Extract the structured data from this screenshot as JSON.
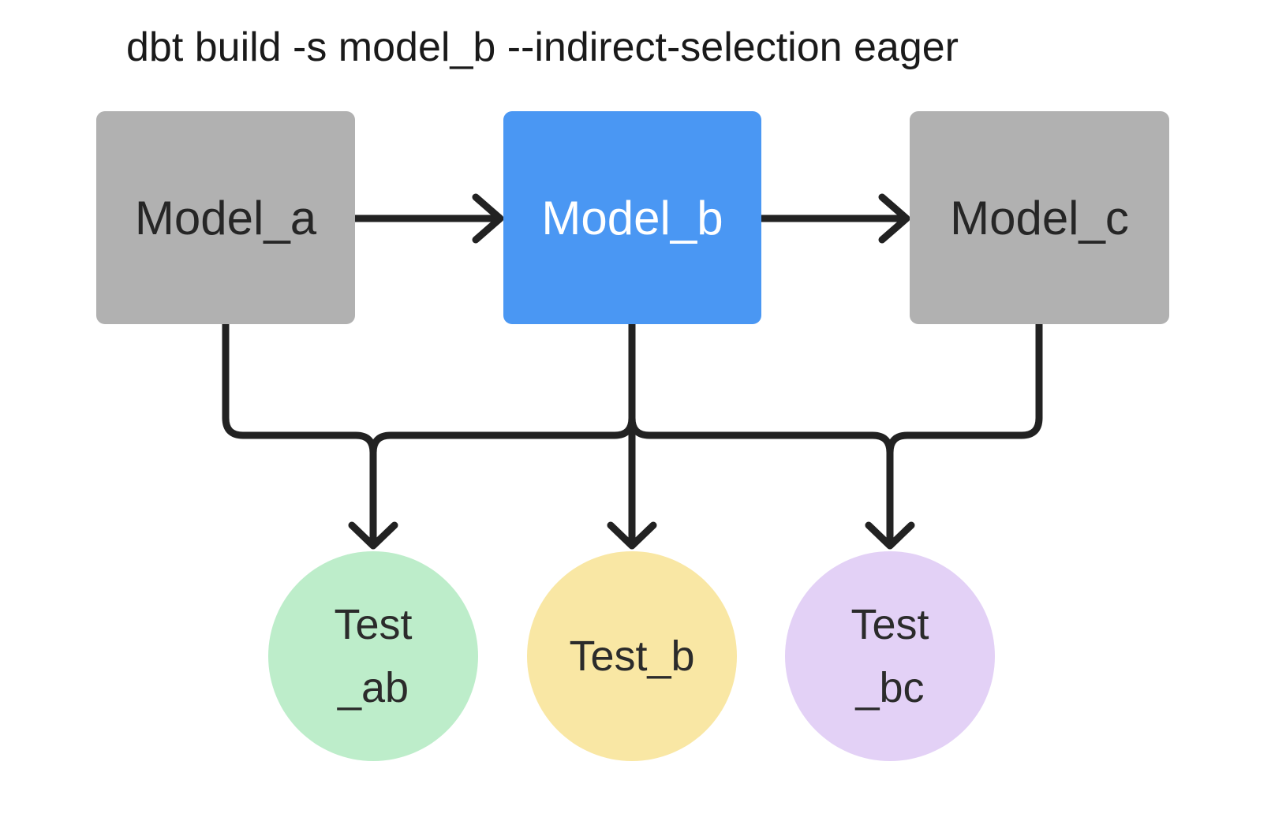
{
  "title": "dbt build -s model_b --indirect-selection eager",
  "nodes": {
    "model_a": {
      "label": "Model_a",
      "type": "model"
    },
    "model_b": {
      "label": "Model_b",
      "type": "model",
      "selected": true
    },
    "model_c": {
      "label": "Model_c",
      "type": "model"
    },
    "test_ab": {
      "line1": "Test",
      "line2": "_ab",
      "type": "test"
    },
    "test_b": {
      "line1": "Test_b",
      "line2": "",
      "type": "test"
    },
    "test_bc": {
      "line1": "Test",
      "line2": "_bc",
      "type": "test"
    }
  },
  "edges": [
    {
      "from": "model_a",
      "to": "model_b"
    },
    {
      "from": "model_b",
      "to": "model_c"
    },
    {
      "from": "model_a",
      "to": "test_ab"
    },
    {
      "from": "model_b",
      "to": "test_ab"
    },
    {
      "from": "model_b",
      "to": "test_b"
    },
    {
      "from": "model_b",
      "to": "test_bc"
    },
    {
      "from": "model_c",
      "to": "test_bc"
    }
  ],
  "colors": {
    "model_default_fill": "#b1b1b1",
    "model_selected_fill": "#4a97f3",
    "test_ab_fill": "#bdedca",
    "test_b_fill": "#f9e7a4",
    "test_bc_fill": "#e3d1f6",
    "edge_stroke": "#222222",
    "model_text": "#262626",
    "model_selected_text": "#ffffff",
    "title_text": "#1a1a1a"
  }
}
